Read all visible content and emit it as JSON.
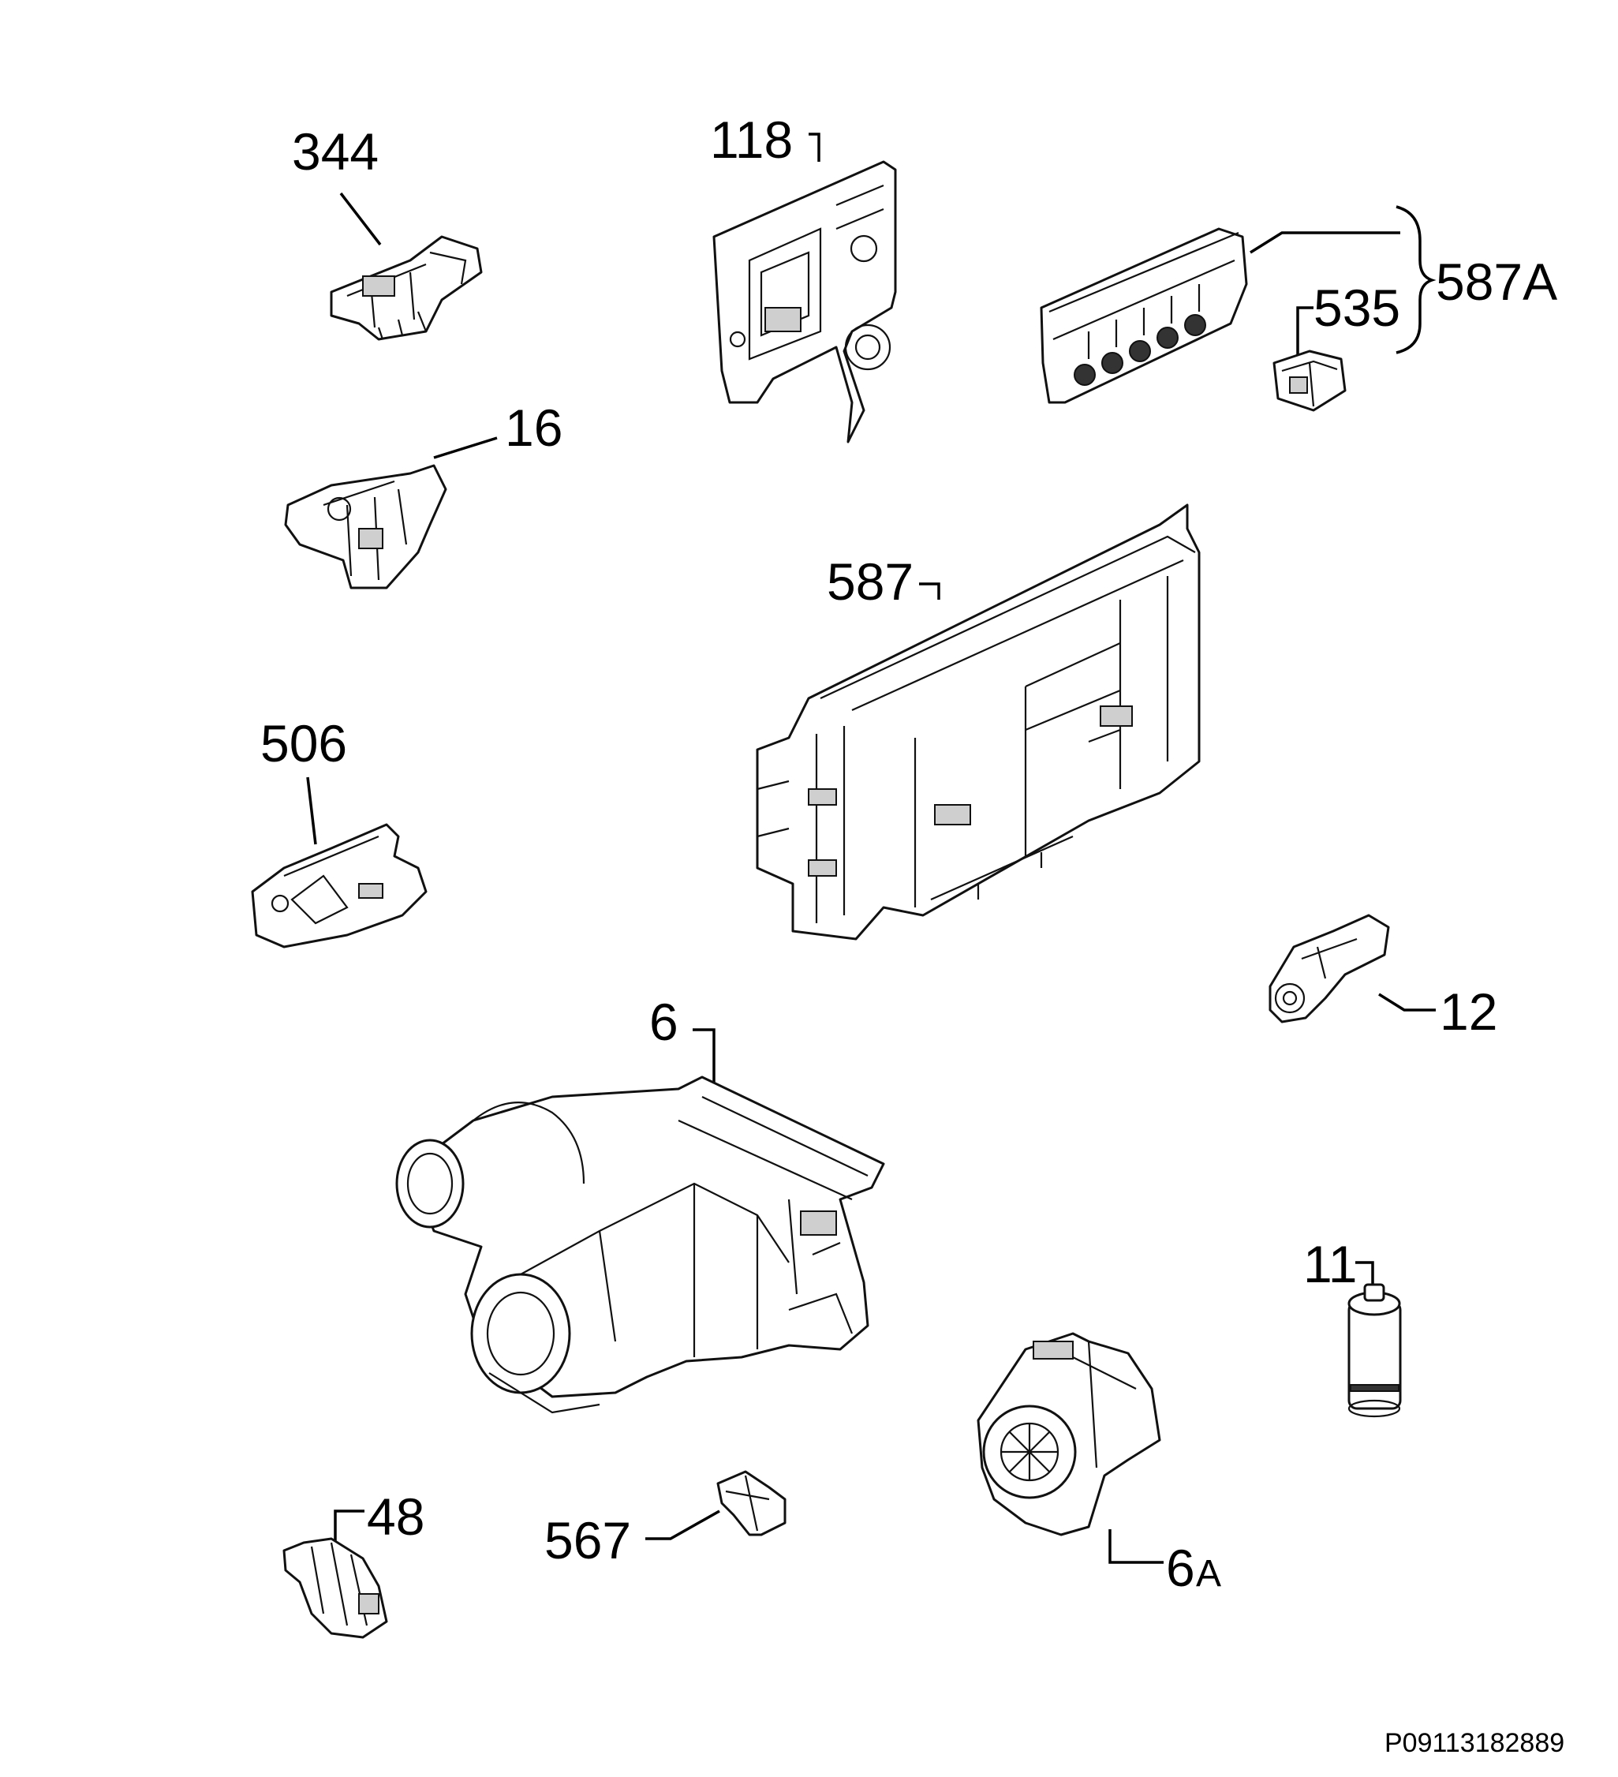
{
  "labels": {
    "p344": "344",
    "p118": "118",
    "p587A": "587A",
    "p535": "535",
    "p16": "16",
    "p587": "587",
    "p506": "506",
    "p12": "12",
    "p6": "6",
    "p11": "11",
    "p48": "48",
    "p567": "567",
    "p6A_num": "6",
    "p6A_suffix": "A"
  },
  "footer": {
    "code": "P09113182889"
  }
}
